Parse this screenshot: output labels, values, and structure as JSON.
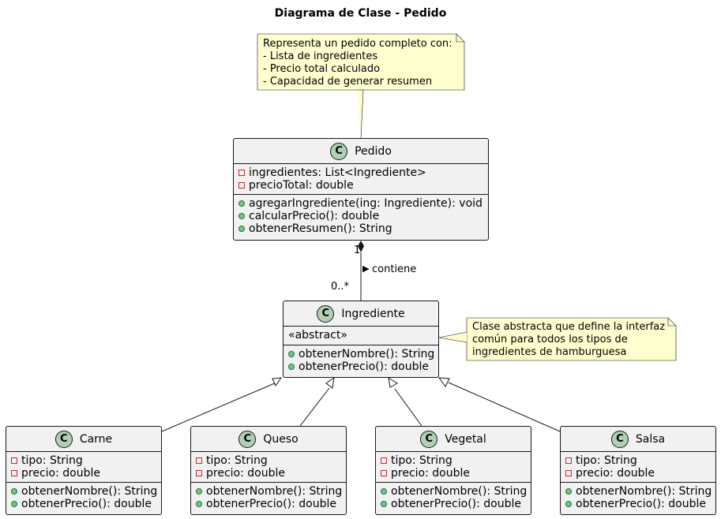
{
  "title": "Diagrama de Clase - Pedido",
  "colors": {
    "class_fill": "#f1f1f1",
    "class_icon": "#add1b2",
    "note_fill": "#fefece",
    "line": "#181818"
  },
  "notes": {
    "pedido": "Representa un pedido completo con:\n- Lista de ingredientes\n- Precio total calculado\n- Capacidad de generar resumen",
    "ingrediente": "Clase abstracta que define la interfaz\ncomún para todos los tipos de\ningredientes de hamburguesa"
  },
  "pedido": {
    "icon": "C",
    "name": "Pedido",
    "attributes": [
      "ingredientes: List<Ingrediente>",
      "precioTotal: double"
    ],
    "methods": [
      "agregarIngrediente(ing: Ingrediente): void",
      "calcularPrecio(): double",
      "obtenerResumen(): String"
    ]
  },
  "ingrediente": {
    "icon": "C",
    "name": "Ingrediente",
    "stereotype": "«abstract»",
    "methods": [
      "obtenerNombre(): String",
      "obtenerPrecio(): double"
    ]
  },
  "subclasses": [
    {
      "icon": "C",
      "name": "Carne",
      "attributes": [
        "tipo: String",
        "precio: double"
      ],
      "methods": [
        "obtenerNombre(): String",
        "obtenerPrecio(): double"
      ]
    },
    {
      "icon": "C",
      "name": "Queso",
      "attributes": [
        "tipo: String",
        "precio: double"
      ],
      "methods": [
        "obtenerNombre(): String",
        "obtenerPrecio(): double"
      ]
    },
    {
      "icon": "C",
      "name": "Vegetal",
      "attributes": [
        "tipo: String",
        "precio: double"
      ],
      "methods": [
        "obtenerNombre(): String",
        "obtenerPrecio(): double"
      ]
    },
    {
      "icon": "C",
      "name": "Salsa",
      "attributes": [
        "tipo: String",
        "precio: double"
      ],
      "methods": [
        "obtenerNombre(): String",
        "obtenerPrecio(): double"
      ]
    }
  ],
  "composition": {
    "label": "contiene",
    "direction_mark": "▶",
    "mult_whole": "1",
    "mult_part": "0..*"
  }
}
